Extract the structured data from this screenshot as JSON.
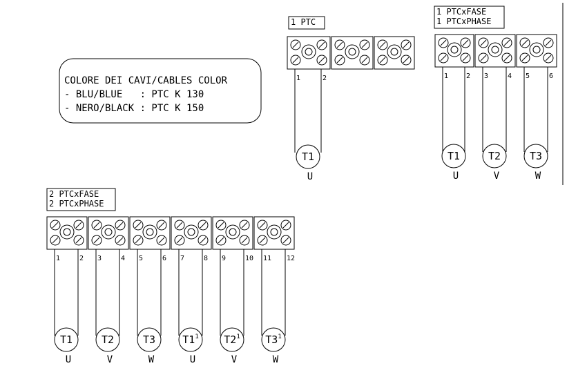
{
  "legend": {
    "lines": [
      "COLORE DEI CAVI/CABLES COLOR",
      "- BLU/BLUE   : PTC K 130",
      "- NERO/BLACK : PTC K 150"
    ]
  },
  "diagrams": [
    {
      "id": "one-ptc",
      "label": [
        "1 PTC"
      ],
      "terminals": [
        {
          "left": "1",
          "right": "2",
          "sensor": "T1",
          "sup": "",
          "phase": "U"
        },
        {
          "left": "",
          "right": "",
          "sensor": "",
          "sup": "",
          "phase": ""
        },
        {
          "left": "",
          "right": "",
          "sensor": "",
          "sup": "",
          "phase": ""
        }
      ]
    },
    {
      "id": "one-ptc-per-phase",
      "label": [
        "1 PTCxFASE",
        "1 PTCxPHASE"
      ],
      "terminals": [
        {
          "left": "1",
          "right": "2",
          "sensor": "T1",
          "sup": "",
          "phase": "U"
        },
        {
          "left": "3",
          "right": "4",
          "sensor": "T2",
          "sup": "",
          "phase": "V"
        },
        {
          "left": "5",
          "right": "6",
          "sensor": "T3",
          "sup": "",
          "phase": "W"
        }
      ]
    },
    {
      "id": "two-ptc-per-phase",
      "label": [
        "2 PTCxFASE",
        "2 PTCxPHASE"
      ],
      "terminals": [
        {
          "left": "1",
          "right": "2",
          "sensor": "T1",
          "sup": "",
          "phase": "U"
        },
        {
          "left": "3",
          "right": "4",
          "sensor": "T2",
          "sup": "",
          "phase": "V"
        },
        {
          "left": "5",
          "right": "6",
          "sensor": "T3",
          "sup": "",
          "phase": "W"
        },
        {
          "left": "7",
          "right": "8",
          "sensor": "T1",
          "sup": "1",
          "phase": "U"
        },
        {
          "left": "9",
          "right": "10",
          "sensor": "T2",
          "sup": "1",
          "phase": "V"
        },
        {
          "left": "11",
          "right": "12",
          "sensor": "T3",
          "sup": "1",
          "phase": "W"
        }
      ]
    }
  ]
}
